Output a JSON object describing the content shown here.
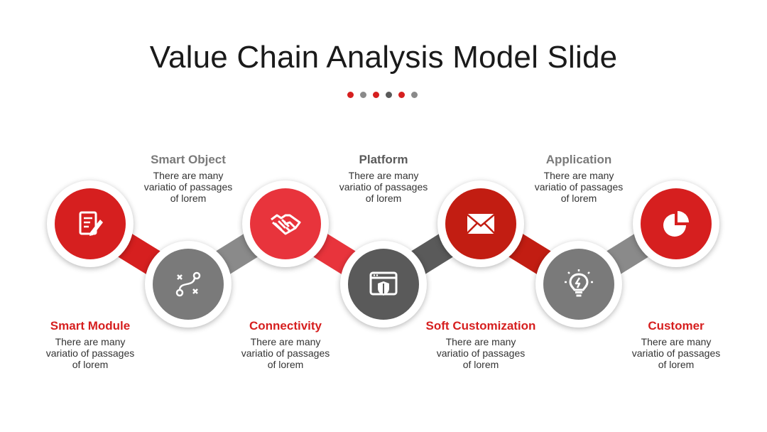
{
  "title": "Value Chain Analysis Model Slide",
  "colors": {
    "red": "#d61f1f",
    "red_light": "#e8343c",
    "red_dark": "#c21d12",
    "gray": "#7a7a7a",
    "gray_dark": "#5a5a5a",
    "title": "#1a1a1a"
  },
  "dots": [
    "#d61f1f",
    "#8a8a8a",
    "#d61f1f",
    "#5a5a5a",
    "#d61f1f",
    "#8a8a8a"
  ],
  "steps": [
    {
      "heading": "Smart Module",
      "desc": "There are many variatio of passages of lorem",
      "icon": "document-pencil-icon",
      "color": "#d61f1f",
      "heading_color": "#d61f1f"
    },
    {
      "heading": "Smart Object",
      "desc": "There are many variatio of passages of lorem",
      "icon": "route-path-icon",
      "color": "#7a7a7a",
      "heading_color": "#7a7a7a"
    },
    {
      "heading": "Connectivity",
      "desc": "There are many variatio of passages of lorem",
      "icon": "handshake-icon",
      "color": "#e8343c",
      "heading_color": "#d61f1f"
    },
    {
      "heading": "Platform",
      "desc": "There are many variatio of passages of lorem",
      "icon": "browser-shield-icon",
      "color": "#5a5a5a",
      "heading_color": "#5a5a5a"
    },
    {
      "heading": "Soft Customization",
      "desc": "There are many variatio of passages of lorem",
      "icon": "envelope-icon",
      "color": "#c21d12",
      "heading_color": "#d61f1f"
    },
    {
      "heading": "Application",
      "desc": "There are many variatio of passages of lorem",
      "icon": "lightbulb-icon",
      "color": "#7a7a7a",
      "heading_color": "#7a7a7a"
    },
    {
      "heading": "Customer",
      "desc": "There are many variatio of passages of lorem",
      "icon": "pie-chart-icon",
      "color": "#d61f1f",
      "heading_color": "#d61f1f"
    }
  ]
}
